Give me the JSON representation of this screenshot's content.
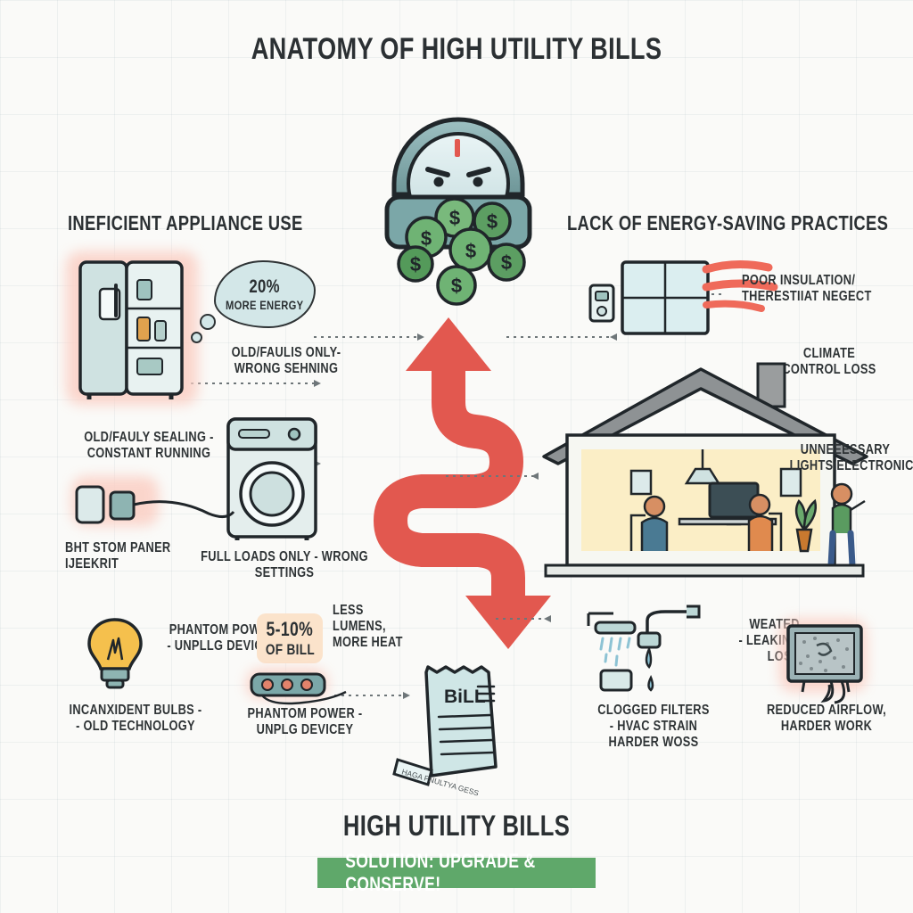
{
  "header": {
    "title": "ANATOMY OF HIGH UTILITY BILLS"
  },
  "footer": {
    "title": "HIGH UTILITY BILLS",
    "banner": "SOLUTION: UPGRADE & CONSERVE!"
  },
  "sections": {
    "left": {
      "heading": "INEFICIENT APPLIANCE USE"
    },
    "right": {
      "heading": "LACK OF ENERGY-SAVING PRACTICES"
    }
  },
  "center": {
    "meter_icon": "utility-meter-sad-face",
    "coins_icon": "dollar-coins",
    "arrow_icon": "red-snake-arrow",
    "bill_label": "BiLL",
    "bill_footer": "HAGA PNULTYA GESS"
  },
  "left_items": [
    {
      "id": "fridge",
      "icon": "refrigerator-icon",
      "bubble_big": "20%",
      "bubble_small": "MORE ENERGY",
      "label": "OLD/FAULIS ONLY-\nWRONG SEHNING"
    },
    {
      "id": "fridge-seal",
      "icon": "refrigerator-icon",
      "label": "OLD/FAULY SEALING -\nCONSTANT RUNNING"
    },
    {
      "id": "washer",
      "icon": "washing-machine-icon",
      "label": "FULL LOADS ONLY - WRONG SETTINGS"
    },
    {
      "id": "plug-devices",
      "icon": "plugged-devices-icon",
      "label": "BHT STOM PANER\nIJEEKRIT"
    },
    {
      "id": "bulb",
      "icon": "light-bulb-icon",
      "label": "INCANXIDENT BULBS -\n- OLD TECHNOLOGY",
      "side_label": "PHANTOM POWER\n- UNPLLG DEVICES"
    },
    {
      "id": "power-strip",
      "icon": "power-strip-icon",
      "label": "PHANTOM POWER -\nUNPLG DEVICEY",
      "tag_big": "5-10%",
      "tag_small": "OF BILL"
    },
    {
      "id": "lumens",
      "label": "LESS\nLUMENS,\nMORE HEAT"
    }
  ],
  "right_items": [
    {
      "id": "window",
      "icon": "open-window-heat-loss-icon",
      "label": "POOR INSULATION/\nTHERESTIIAT NEGECT"
    },
    {
      "id": "thermostat",
      "icon": "thermostat-icon"
    },
    {
      "id": "climate",
      "label": "CLIMATE\nCONTROL LOSS"
    },
    {
      "id": "house",
      "icon": "house-cutaway-icon",
      "label": "UNNEEESSARY\nLIGHTS/ELECTRONICS"
    },
    {
      "id": "shower-tap",
      "icon": "shower-faucet-drip-icon",
      "label": "CLOGGED FILTERS\n- HVAC STRAIN\nHARDER WOSS"
    },
    {
      "id": "water",
      "label": "WEATED\n- LEAKING\nLOSS"
    },
    {
      "id": "filter",
      "icon": "clogged-air-filter-icon",
      "label": "REDUCED AIRFLOW,\nHARDER WORK"
    }
  ],
  "colors": {
    "ink": "#2b3033",
    "arrow_red": "#e2584f",
    "teal": "#7ba7a8",
    "teal_light": "#d3e7e8",
    "green_banner": "#5fa86a",
    "coin_green": "#62a866",
    "bulb_yellow": "#f5c04d",
    "glow_pink": "#fbcfc4",
    "tag_orange": "#fbe3cb"
  }
}
